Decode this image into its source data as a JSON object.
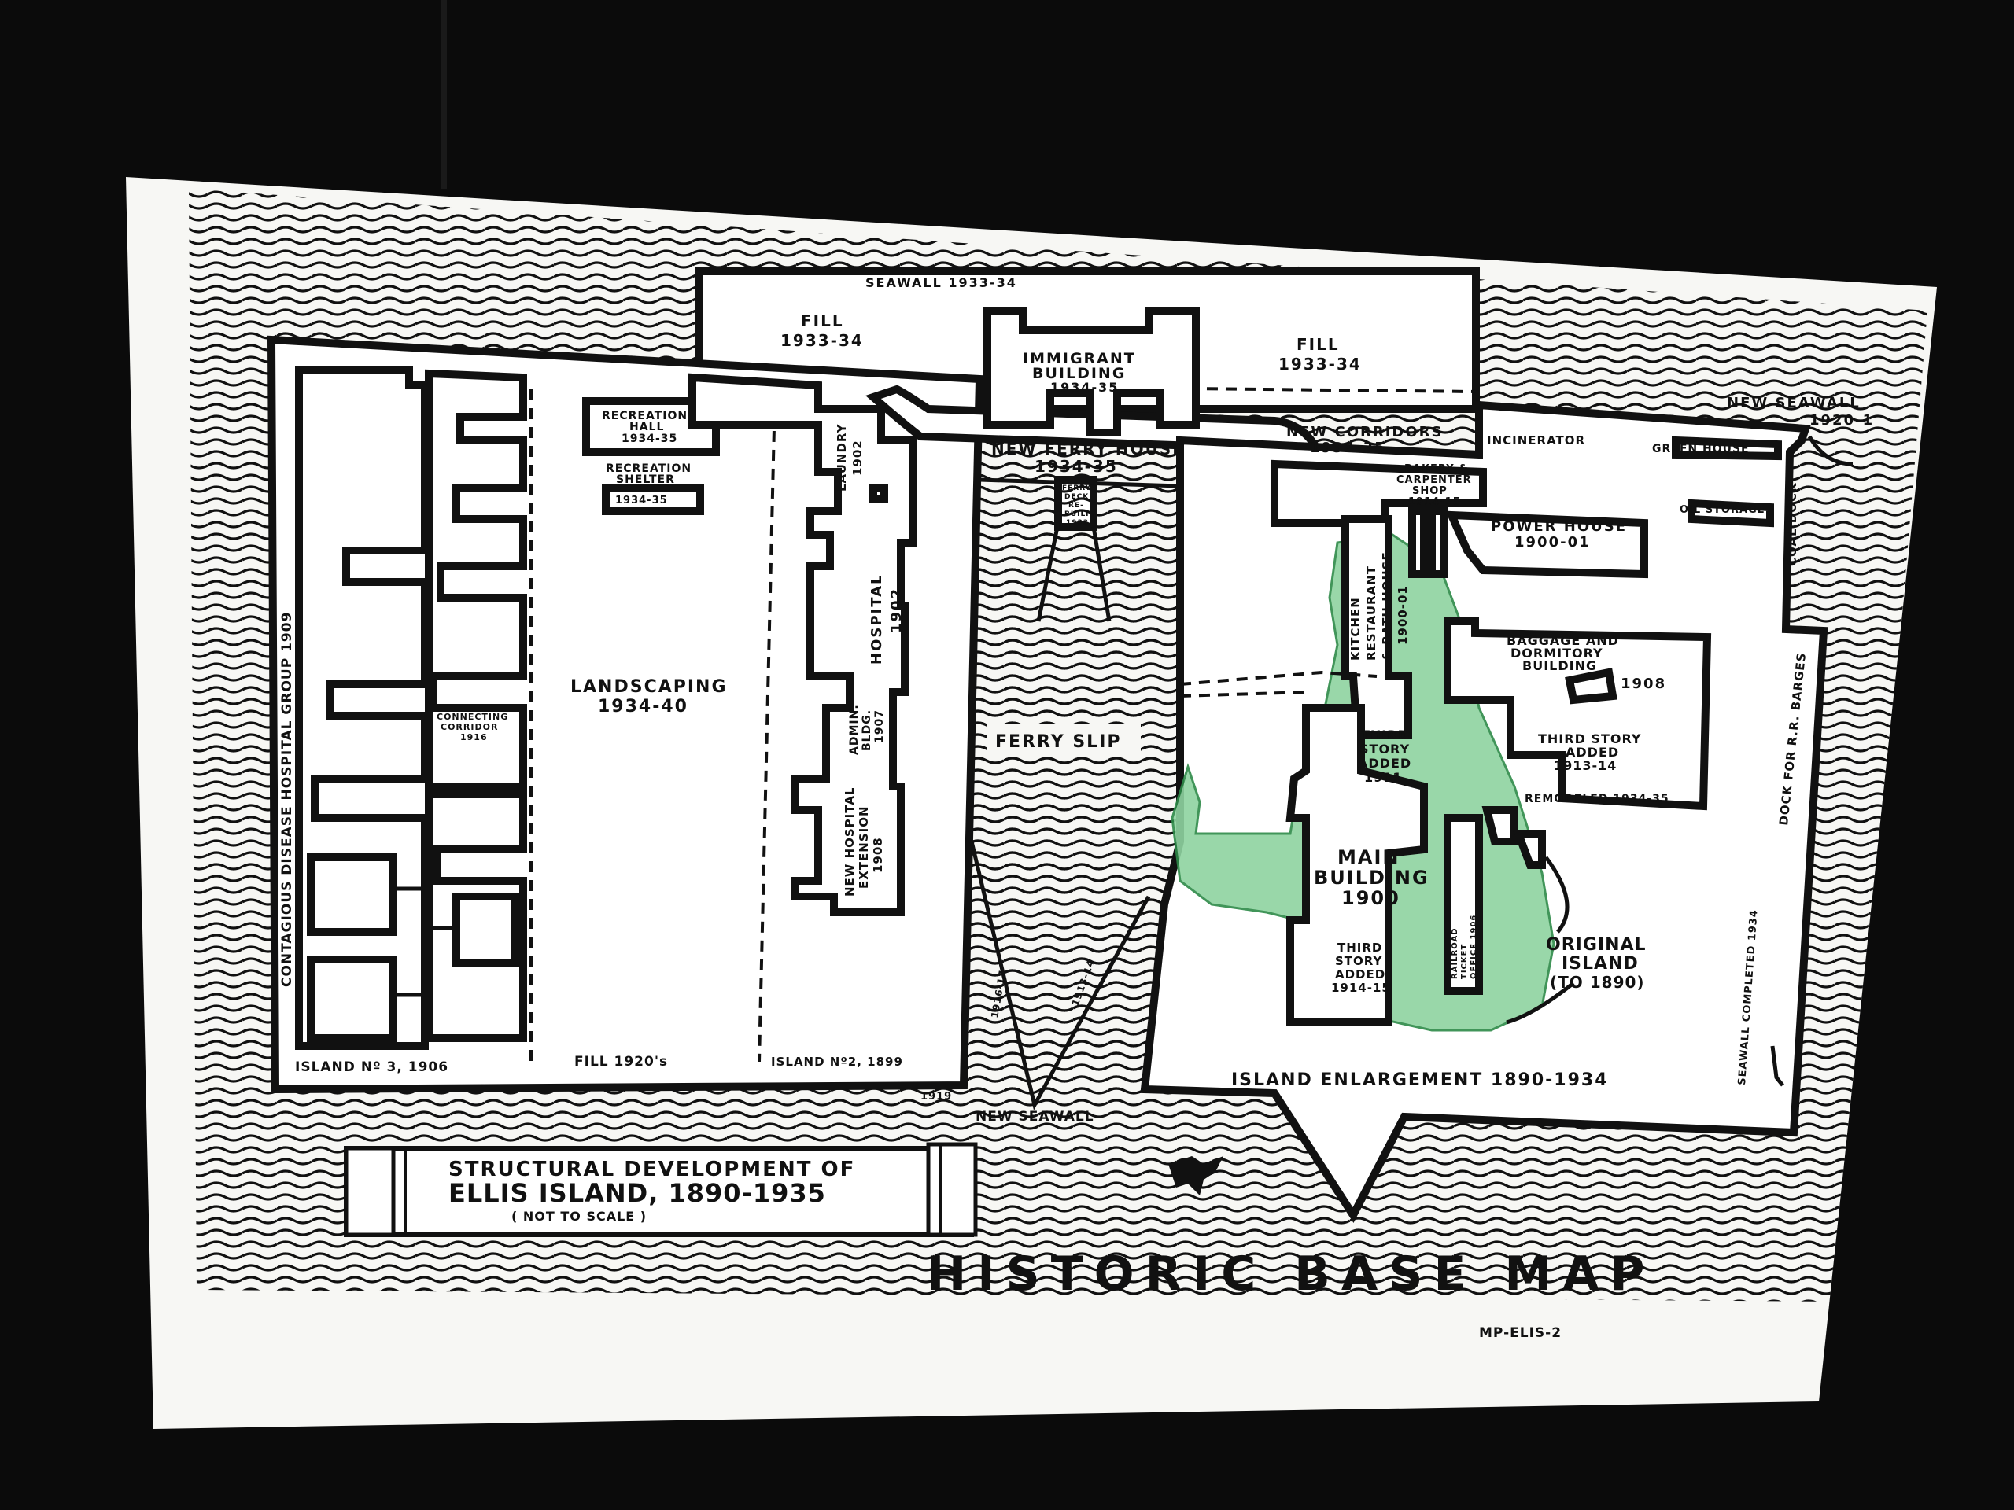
{
  "map": {
    "title": "HISTORIC BASE MAP",
    "sheet_code": "MP-ELIS-2",
    "cartouche": {
      "line1": "STRUCTURAL DEVELOPMENT OF",
      "line2": "ELLIS ISLAND, 1890-1935",
      "line3": "( NOT TO SCALE )"
    },
    "colors": {
      "paper": "#f7f7f4",
      "ink": "#111111",
      "original_island": "#8fd3a0",
      "background": "#0b0b0b"
    },
    "labels": {
      "fill_left": [
        "FILL",
        "1933-34"
      ],
      "fill_right": [
        "FILL",
        "1933-34"
      ],
      "immigrant_building": [
        "IMMIGRANT",
        "BUILDING",
        "1934-35"
      ],
      "new_corridors": [
        "NEW CORRIDORS",
        "1934-35"
      ],
      "new_ferry_house": [
        "NEW FERRY HOUSE",
        "1934-35"
      ],
      "incinerator": "INCINERATOR",
      "green_house": "GREEN HOUSE",
      "new_seawall_top": [
        "NEW SEAWALL",
        "1920-1"
      ],
      "oil_storage": "OIL STORAGE",
      "coal_dock": "COAL DOCK",
      "bakery": [
        "BAKERY &",
        "CARPENTER",
        "SHOP",
        "1914-15"
      ],
      "power_house": [
        "POWER HOUSE",
        "1900-01"
      ],
      "kitchen": [
        "KITCHEN",
        "RESTAURANT",
        "& BATH HOUSE",
        "1900-01"
      ],
      "baggage": [
        "BAGGAGE AND",
        "DORMITORY",
        "BUILDING",
        "1908"
      ],
      "baggage_third": [
        "THIRD STORY",
        "ADDED",
        "1913-14"
      ],
      "remodeled": "REMODELED 1934-35",
      "dock_barges": "DOCK FOR R.R. BARGES",
      "seawall_completed": "SEAWALL COMPLETED 1934",
      "recreation_hall": [
        "RECREATION",
        "HALL",
        "1934-35"
      ],
      "recreation_shelter": [
        "RECREATION",
        "SHELTER",
        "1934-35"
      ],
      "laundry": [
        "LAUNDRY",
        "1902"
      ],
      "hospital": [
        "HOSPITAL",
        "1902"
      ],
      "admin_bldg": [
        "ADMIN.",
        "BLDG.",
        "1907"
      ],
      "new_hospital_ext": [
        "NEW HOSPITAL",
        "EXTENSION",
        "1908"
      ],
      "landscaping": [
        "LANDSCAPING",
        "1934-40"
      ],
      "contagious": "CONTAGIOUS DISEASE HOSPITAL GROUP 1909",
      "connecting_corridor": [
        "CONNECTING",
        "CORRIDOR",
        "1916"
      ],
      "island3": "ISLAND Nº 3, 1906",
      "fill1920": "FILL 1920's",
      "island2": "ISLAND Nº2, 1899",
      "ferry_slip": "FERRY SLIP",
      "ferry_deck": [
        "FERRY",
        "DECK",
        "RE-",
        "BUILT",
        "1933"
      ],
      "third_story_1911": [
        "THIRD",
        "STORY",
        "ADDED",
        "1911"
      ],
      "main_building": [
        "MAIN",
        "BUILDING",
        "1900"
      ],
      "third_story_1914": [
        "THIRD",
        "STORY",
        "ADDED",
        "1914-15"
      ],
      "railroad_ticket": [
        "RAILROAD",
        "TICKET",
        "OFFICE 1906"
      ],
      "original_island": [
        "ORIGINAL",
        "ISLAND",
        "(TO 1890)"
      ],
      "island_enlargement": "ISLAND ENLARGEMENT 1890-1934",
      "new_seawall_bottom": "NEW SEAWALL",
      "year_1919": "1919",
      "year_1916": "1916-17",
      "year_1913": "1913-14",
      "seawall_top": "SEAWALL 1933-34"
    }
  }
}
